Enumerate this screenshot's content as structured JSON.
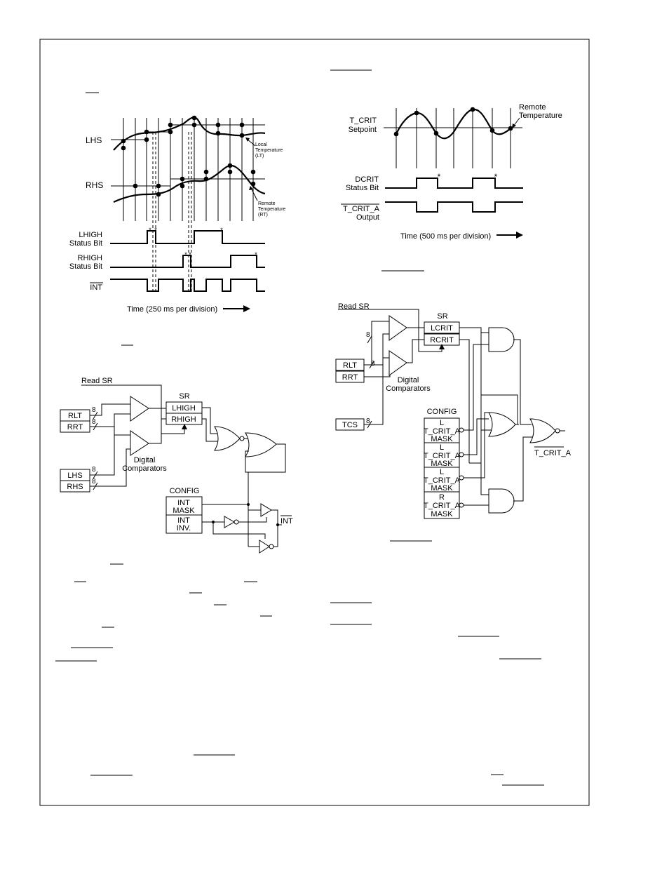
{
  "timing_lhs_rhs": {
    "lhs": "LHS",
    "rhs": "RHS",
    "lt_1": "Local",
    "lt_2": "Temperature",
    "lt_3": "(LT)",
    "rt_1": "Remote",
    "rt_2": "Temperature",
    "rt_3": "(RT)",
    "lhigh_1": "LHIGH",
    "lhigh_2": "Status Bit",
    "rhigh_1": "RHIGH",
    "rhigh_2": "Status Bit",
    "int": "INT",
    "star": "*",
    "time": "Time (250 ms per division)"
  },
  "timing_tcrit": {
    "setpoint_1": "T_CRIT",
    "setpoint_2": "Setpoint",
    "remote_1": "Remote",
    "remote_2": "Temperature",
    "dcrit_1": "DCRIT",
    "dcrit_2": "Status Bit",
    "out_1": "T_CRIT_A",
    "out_2": "Output",
    "star": "*",
    "time": "Time (500 ms per division)"
  },
  "int_logic": {
    "read_sr": "Read SR",
    "rlt": "RLT",
    "rrt": "RRT",
    "lhs": "LHS",
    "rhs": "RHS",
    "bus": "8",
    "sr": "SR",
    "lhigh": "LHIGH",
    "rhigh": "RHIGH",
    "comp_1": "Digital",
    "comp_2": "Comparators",
    "config": "CONFIG",
    "mask_1": "INT",
    "mask_2": "MASK",
    "inv_1": "INT",
    "inv_2": "INV.",
    "int": "INT"
  },
  "tcrit_logic": {
    "read_sr": "Read SR",
    "rlt": "RLT",
    "rrt": "RRT",
    "tcs": "TCS",
    "bus": "8",
    "sr": "SR",
    "lcrit": "LCRIT",
    "rcrit": "RCRIT",
    "comp_1": "Digital",
    "comp_2": "Comparators",
    "config": "CONFIG",
    "masks": [
      {
        "a": "L",
        "b": "T_CRIT_A",
        "c": "MASK"
      },
      {
        "a": "L",
        "b": "T_CRIT_A",
        "c": "MASK"
      },
      {
        "a": "L",
        "b": "T_CRIT_A",
        "c": "MASK"
      },
      {
        "a": "R",
        "b": "T_CRIT_A",
        "c": "MASK"
      }
    ],
    "out": "T_CRIT_A"
  }
}
